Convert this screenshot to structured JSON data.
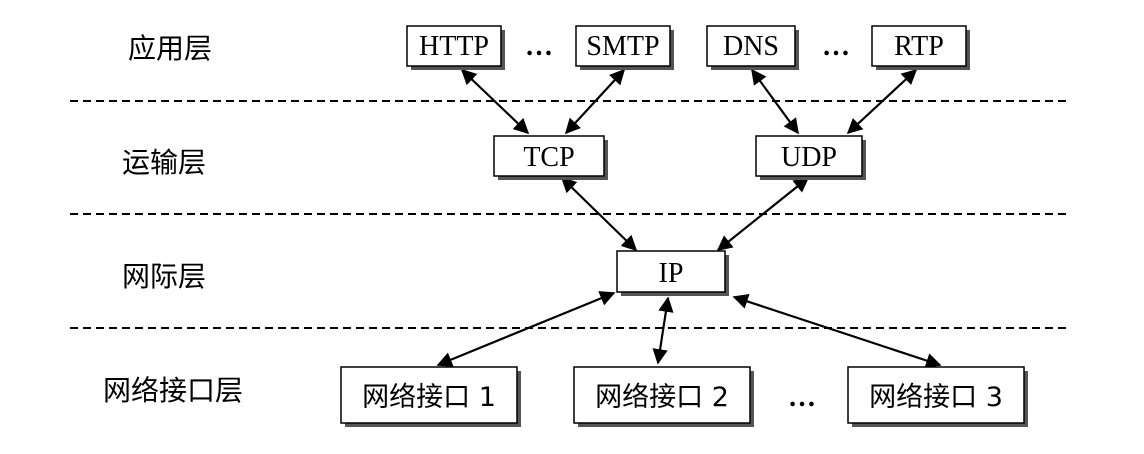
{
  "layers": [
    {
      "label": "应用层"
    },
    {
      "label": "运输层"
    },
    {
      "label": "网际层"
    },
    {
      "label": "网络接口层"
    }
  ],
  "nodes": {
    "http": "HTTP",
    "smtp": "SMTP",
    "dns": "DNS",
    "rtp": "RTP",
    "tcp": "TCP",
    "udp": "UDP",
    "ip": "IP",
    "if1": "网络接口 1",
    "if2": "网络接口 2",
    "if3": "网络接口 3"
  },
  "ellipsis": "…"
}
